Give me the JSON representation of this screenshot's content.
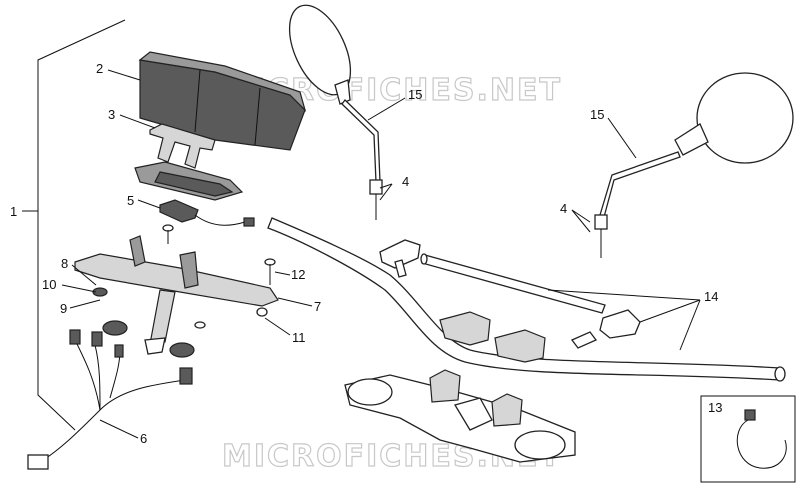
{
  "watermark": {
    "text": "MICROFICHES.NET"
  },
  "callouts": [
    {
      "id": "1",
      "label": "1"
    },
    {
      "id": "2",
      "label": "2"
    },
    {
      "id": "3",
      "label": "3"
    },
    {
      "id": "5",
      "label": "5"
    },
    {
      "id": "8",
      "label": "8"
    },
    {
      "id": "10",
      "label": "10"
    },
    {
      "id": "9",
      "label": "9"
    },
    {
      "id": "12",
      "label": "12"
    },
    {
      "id": "7",
      "label": "7"
    },
    {
      "id": "11",
      "label": "11"
    },
    {
      "id": "6",
      "label": "6"
    },
    {
      "id": "15a",
      "label": "15"
    },
    {
      "id": "4a",
      "label": "4"
    },
    {
      "id": "15b",
      "label": "15"
    },
    {
      "id": "4b",
      "label": "4"
    },
    {
      "id": "14",
      "label": "14"
    },
    {
      "id": "13",
      "label": "13"
    }
  ]
}
